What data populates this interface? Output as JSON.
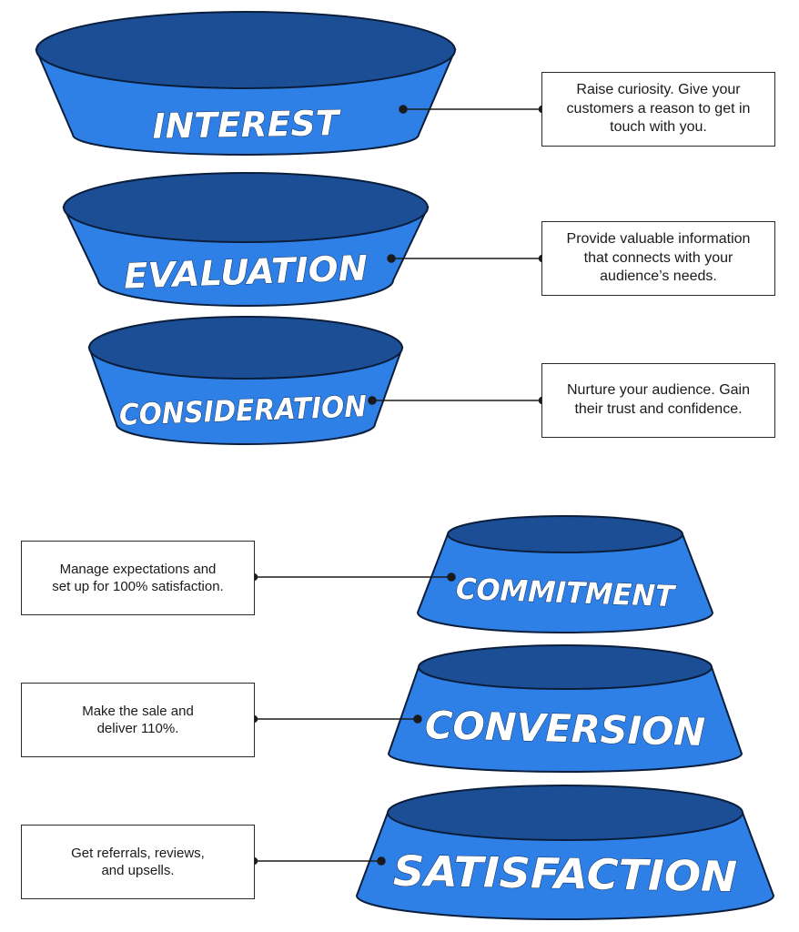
{
  "colors": {
    "stage_top": "#1b4e95",
    "stage_side": "#2f80e6",
    "outline": "#0a1e3c",
    "connector": "#1a1a1a"
  },
  "stages": [
    {
      "id": "interest",
      "label": "INTEREST",
      "note": "Raise curiosity. Give your\ncustomers a reason to get in\ntouch with you."
    },
    {
      "id": "evaluation",
      "label": "EVALUATION",
      "note": "Provide valuable information\nthat connects with your\naudience’s needs."
    },
    {
      "id": "consideration",
      "label": "CONSIDERATION",
      "note": "Nurture your audience. Gain\ntheir trust and confidence."
    },
    {
      "id": "commitment",
      "label": "COMMITMENT",
      "note": "Manage expectations and\nset up for 100% satisfaction."
    },
    {
      "id": "conversion",
      "label": "CONVERSION",
      "note": "Make the sale and\ndeliver 110%."
    },
    {
      "id": "satisfaction",
      "label": "SATISFACTION",
      "note": "Get referrals, reviews,\nand upsells."
    }
  ]
}
